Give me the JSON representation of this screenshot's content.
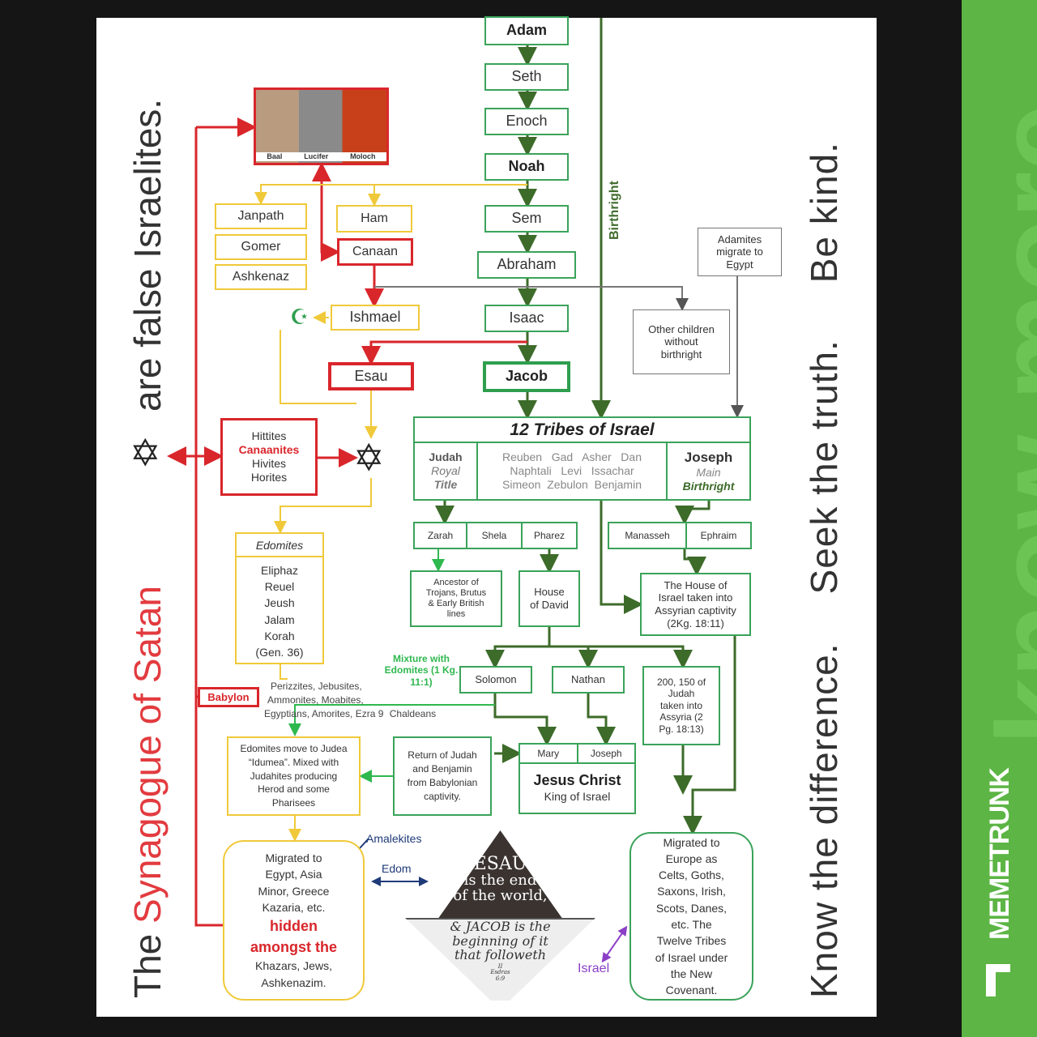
{
  "left_banner": {
    "part1": "The ",
    "part2": "Synagogue of Satan",
    "part3": " are false Israelites."
  },
  "right_banner": {
    "text1": "Know the difference.",
    "text2": "Seek the truth.",
    "text3": "Be kind."
  },
  "watermark": {
    "slogan": "know more",
    "brand": "MEMETRUNK"
  },
  "lineage": {
    "adam": "Adam",
    "seth": "Seth",
    "enoch": "Enoch",
    "noah": "Noah",
    "sem": "Sem",
    "abraham": "Abraham",
    "isaac": "Isaac",
    "jacob": "Jacob"
  },
  "birthright_label": "Birthright",
  "idols": {
    "baal": "Baal",
    "lucifer": "Lucifer",
    "moloch": "Moloch"
  },
  "japheth_line": {
    "janpath": "Janpath",
    "gomer": "Gomer",
    "ashkenaz": "Ashkenaz"
  },
  "ham": "Ham",
  "canaan": "Canaan",
  "ishmael": "Ishmael",
  "esau": "Esau",
  "canaanite_box": {
    "l1": "Hittites",
    "l2": "Canaanites",
    "l3": "Hivites",
    "l4": "Horites"
  },
  "adamites": "Adamites migrate to Egypt",
  "other_children": "Other children without birthright",
  "tribes": {
    "title": "12 Tribes of Israel",
    "judah": "Judah",
    "judah_sub1": "Royal",
    "judah_sub2": "Title",
    "row1": "Reuben   Gad   Asher   Dan",
    "row2": "Naphtali   Levi   Issachar",
    "row3": "Simeon  Zebulon  Benjamin",
    "joseph": "Joseph",
    "joseph_sub1": "Main",
    "joseph_sub2": "Birthright"
  },
  "judah_sons": {
    "zarah": "Zarah",
    "shela": "Shela",
    "pharez": "Pharez"
  },
  "joseph_sons": {
    "manasseh": "Manasseh",
    "ephraim": "Ephraim"
  },
  "ancestor": "Ancestor of Trojans, Brutus & Early British lines",
  "house_david": "House of David",
  "house_israel": "The House of Israel taken into Assyrian captivity (2Kg. 18:11)",
  "edomites": {
    "title": "Edomites",
    "names": "Eliphaz Reuel Jeush Jalam Korah (Gen. 36)"
  },
  "babylon": "Babylon",
  "peoples": {
    "l1": "Perizzites, Jebusites,",
    "l2": "Ammonites, Moabites,",
    "l3": "Egyptians, Amorites, Ezra 9",
    "chaldeans": "Chaldeans"
  },
  "mixture": "Mixture with Edomites (1 Kg. 11:1)",
  "solomon": "Solomon",
  "nathan": "Nathan",
  "judah_assyria": "200, 150 of Judah taken into Assyria (2 Pg. 18:13)",
  "edomites_move": "Edomites move to Judea “Idumea”. Mixed with Judahites producing Herod and some Pharisees",
  "return": "Return of Judah and Benjamin from Babylonian captivity.",
  "jesus": {
    "mary": "Mary",
    "joseph": "Joseph",
    "name": "Jesus Christ",
    "title": "King of Israel"
  },
  "migrated_egypt": {
    "l1": "Migrated to Egypt, Asia Minor, Greece Kazaria, etc.",
    "l2": "hidden",
    "l3": "amongst the",
    "l4": "Khazars, Jews, Ashkenazim."
  },
  "amalekites": "Amalekites",
  "edom": "Edom",
  "israel": "Israel",
  "emblem": {
    "l1": "ESAU",
    "l2": "is the end",
    "l3": "of the world,",
    "l4": "& JACOB is the",
    "l5": "beginning of it",
    "l6": "that followeth",
    "ref": "II Esdras 6:9"
  },
  "migrated_europe": "Migrated to Europe as Celts, Goths, Saxons, Irish, Scots, Danes, etc. The Twelve Tribes of Israel under the New Covenant.",
  "colors": {
    "green": "#3aa35a",
    "dark_green": "#3d6b2a",
    "red": "#d9262b",
    "yellow": "#f0c93a",
    "brand_green": "#5cb544"
  }
}
